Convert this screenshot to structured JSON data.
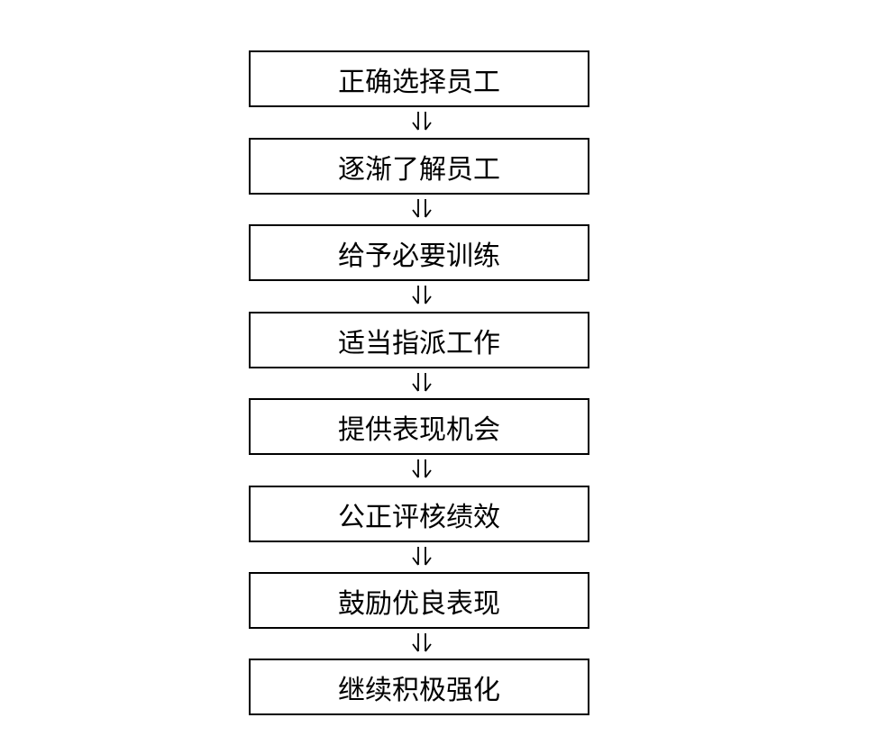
{
  "steps": [
    {
      "label": "正确选择员工"
    },
    {
      "label": "逐渐了解员工"
    },
    {
      "label": "给予必要训练"
    },
    {
      "label": "适当指派工作"
    },
    {
      "label": "提供表现机会"
    },
    {
      "label": "公正评核绩效"
    },
    {
      "label": "鼓励优良表现"
    },
    {
      "label": "继续积极强化"
    }
  ]
}
